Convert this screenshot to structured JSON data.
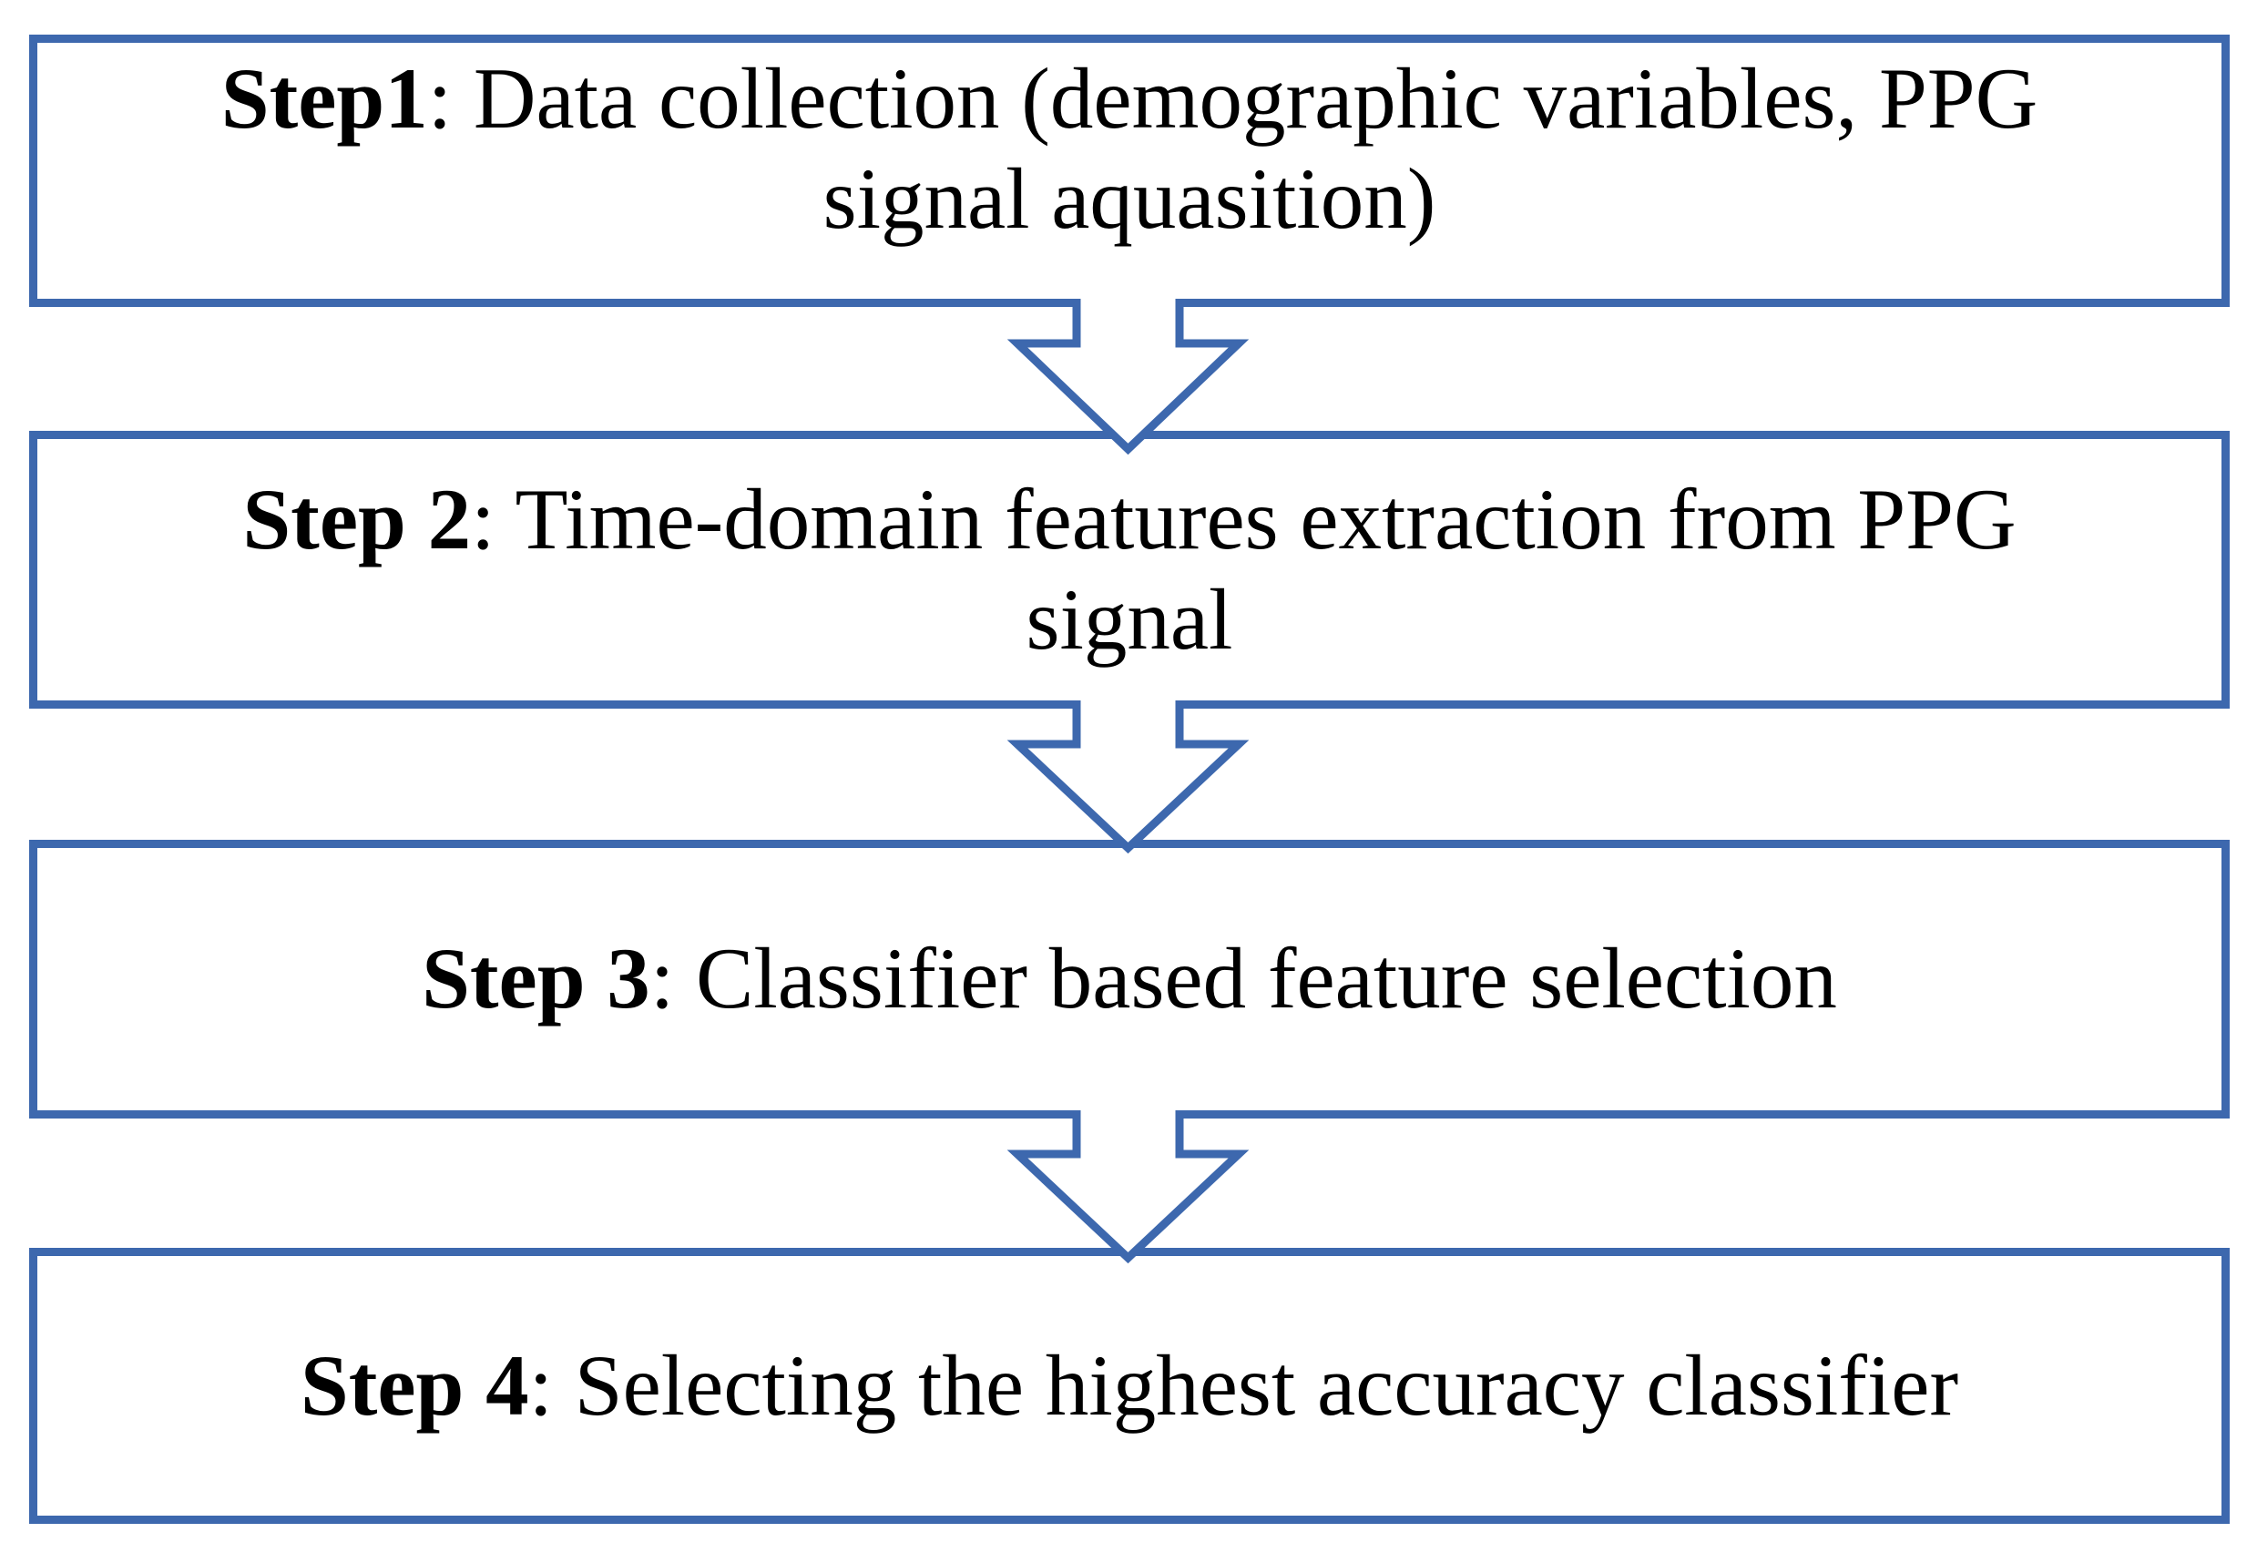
{
  "diagram": {
    "type": "flowchart",
    "direction": "top-down",
    "steps": [
      {
        "title": "Step1",
        "rest": ": Data collection (demographic variables, PPG\nsignal aquasition)"
      },
      {
        "title": "Step 2",
        "rest": ": Time-domain features extraction from PPG\nsignal"
      },
      {
        "title": "Step 3",
        "rest": ": Classifier based feature selection"
      },
      {
        "title": "Step 4",
        "rest": ": Selecting the highest accuracy classifier"
      }
    ],
    "connectors": [
      {
        "name": "down-arrow",
        "from": "step-1",
        "to": "step-2"
      },
      {
        "name": "down-arrow",
        "from": "step-2",
        "to": "step-3"
      },
      {
        "name": "down-arrow",
        "from": "step-3",
        "to": "step-4"
      }
    ]
  },
  "colors": {
    "accent": "#3d68ae",
    "text": "#000000",
    "background": "#ffffff"
  }
}
